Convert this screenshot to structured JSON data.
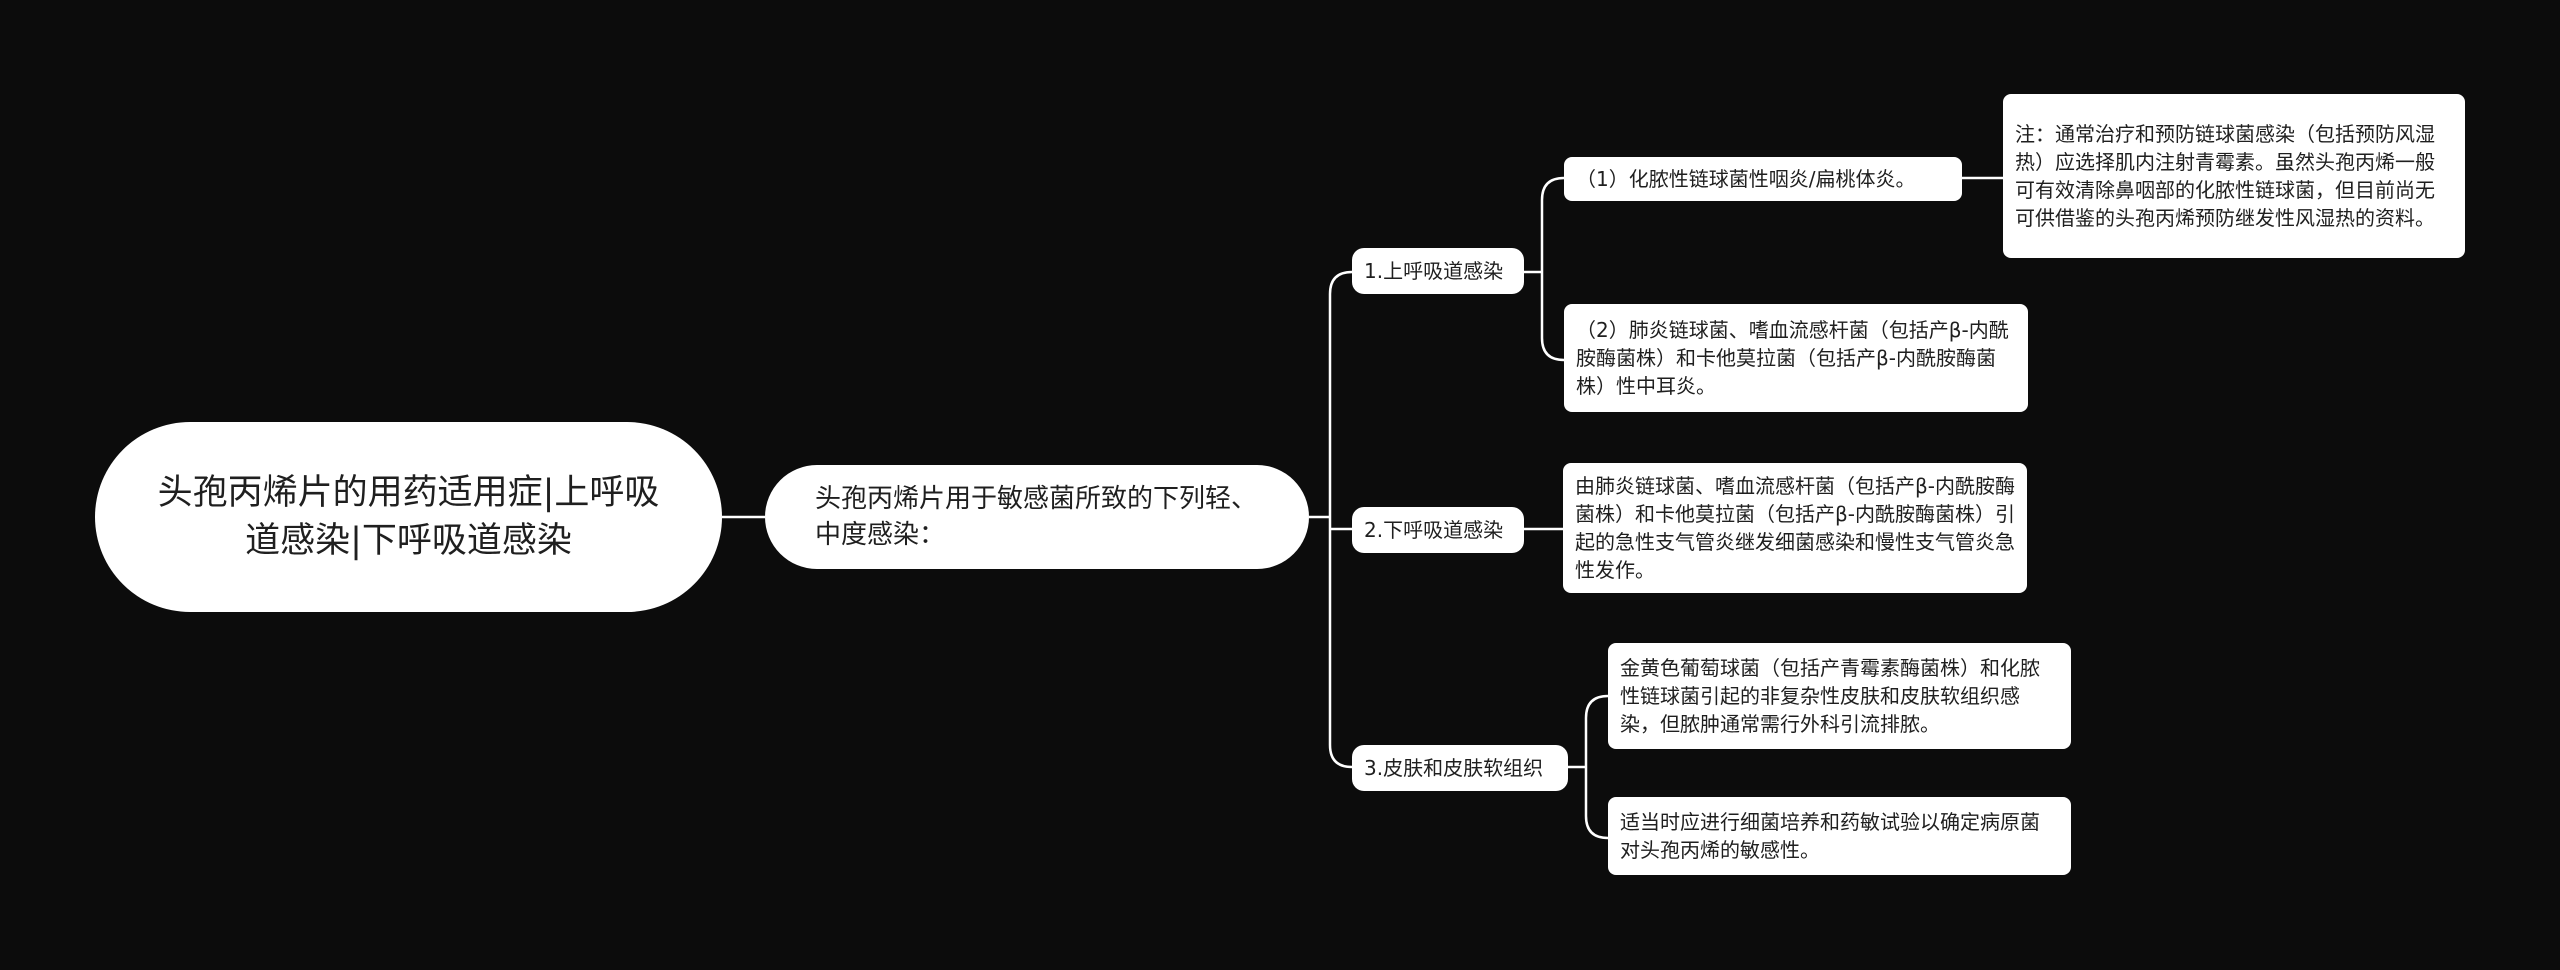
{
  "root": {
    "label": "头孢丙烯片的用药适用症|上呼吸道感染|下呼吸道感染"
  },
  "hub": {
    "label": "头孢丙烯片用于敏感菌所致的下列轻、中度感染："
  },
  "branches": [
    {
      "label": "1.上呼吸道感染",
      "children": [
        {
          "label": "（1）化脓性链球菌性咽炎/扁桃体炎。",
          "note": "注：通常治疗和预防链球菌感染（包括预防风湿热）应选择肌内注射青霉素。虽然头孢丙烯一般可有效清除鼻咽部的化脓性链球菌，但目前尚无可供借鉴的头孢丙烯预防继发性风湿热的资料。"
        },
        {
          "label": "（2）肺炎链球菌、嗜血流感杆菌（包括产β-内酰胺酶菌株）和卡他莫拉菌（包括产β-内酰胺酶菌株）性中耳炎。"
        }
      ]
    },
    {
      "label": "2.下呼吸道感染",
      "children": [
        {
          "label": "由肺炎链球菌、嗜血流感杆菌（包括产β-内酰胺酶菌株）和卡他莫拉菌（包括产β-内酰胺酶菌株）引起的急性支气管炎继发细菌感染和慢性支气管炎急性发作。"
        }
      ]
    },
    {
      "label": "3.皮肤和皮肤软组织",
      "children": [
        {
          "label": "金黄色葡萄球菌（包括产青霉素酶菌株）和化脓性链球菌引起的非复杂性皮肤和皮肤软组织感染，但脓肿通常需行外科引流排脓。"
        },
        {
          "label": "适当时应进行细菌培养和药敏试验以确定病原菌对头孢丙烯的敏感性。"
        }
      ]
    }
  ]
}
